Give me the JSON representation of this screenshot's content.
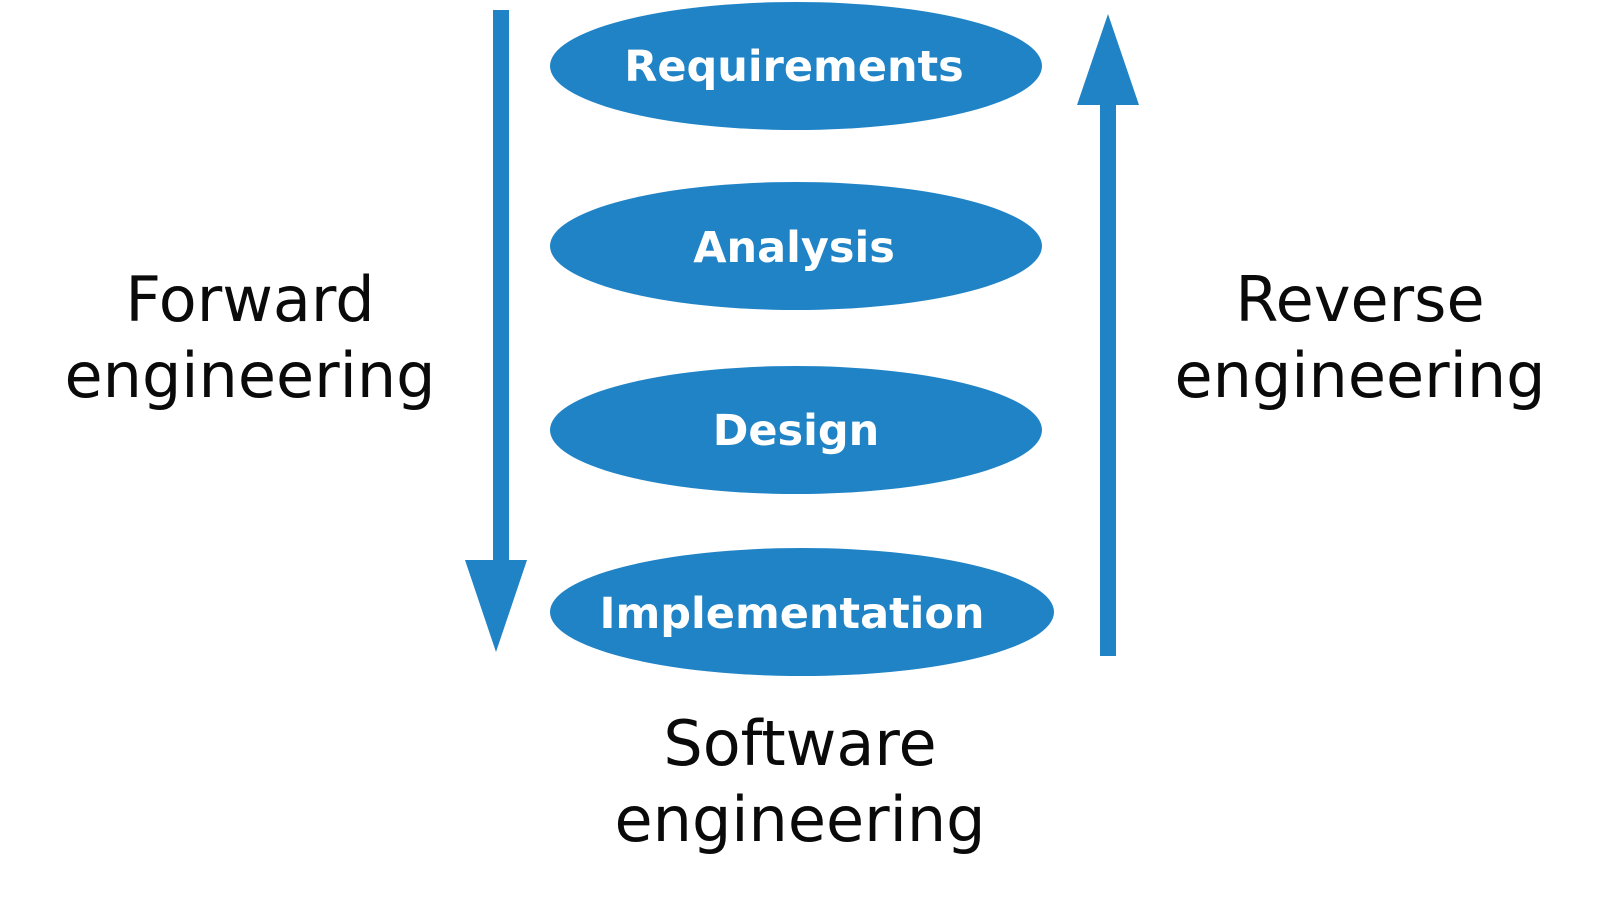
{
  "colors": {
    "accent": "#1f83c6",
    "text": "#0a0a0a",
    "stage_text": "#ffffff"
  },
  "stages": [
    {
      "label": "Requirements"
    },
    {
      "label": "Analysis"
    },
    {
      "label": "Design"
    },
    {
      "label": "Implementation"
    }
  ],
  "forward": {
    "line1": "Forward",
    "line2": "engineering",
    "arrow_direction": "down"
  },
  "reverse": {
    "line1": "Reverse",
    "line2": "engineering",
    "arrow_direction": "up"
  },
  "software": {
    "line1": "Software",
    "line2": "engineering"
  }
}
